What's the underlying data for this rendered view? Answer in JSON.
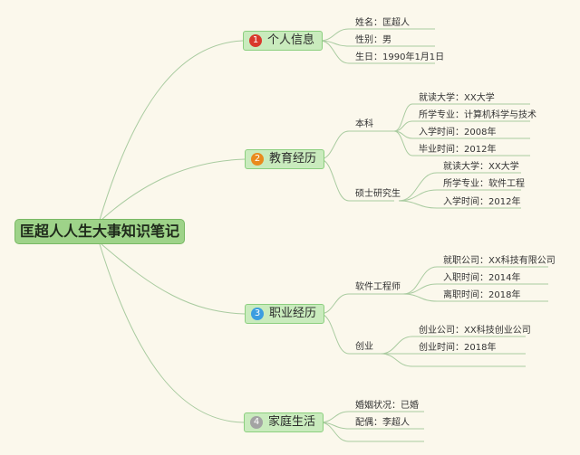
{
  "root": {
    "label": "匡超人人生大事知识笔记"
  },
  "colors": {
    "line": "#a9cba0",
    "badge1": "#d9382c",
    "badge2": "#e98a1d",
    "badge3": "#3b9de0",
    "badge4": "#a3a3a3"
  },
  "topics": [
    {
      "number": "1",
      "label": "个人信息",
      "items": [
        "姓名：匡超人",
        "性别：男",
        "生日：1990年1月1日"
      ]
    },
    {
      "number": "2",
      "label": "教育经历",
      "groups": [
        {
          "label": "本科",
          "items": [
            "就读大学：XX大学",
            "所学专业：计算机科学与技术",
            "入学时间：2008年",
            "毕业时间：2012年"
          ]
        },
        {
          "label": "硕士研究生",
          "items": [
            "就读大学：XX大学",
            "所学专业：软件工程",
            "入学时间：2012年"
          ]
        }
      ]
    },
    {
      "number": "3",
      "label": "职业经历",
      "groups": [
        {
          "label": "软件工程师",
          "items": [
            "就职公司：XX科技有限公司",
            "入职时间：2014年",
            "离职时间：2018年"
          ]
        },
        {
          "label": "创业",
          "items": [
            "创业公司：XX科技创业公司",
            "创业时间：2018年"
          ]
        }
      ]
    },
    {
      "number": "4",
      "label": "家庭生活",
      "items": [
        "婚姻状况：已婚",
        "配偶：李超人"
      ]
    }
  ]
}
